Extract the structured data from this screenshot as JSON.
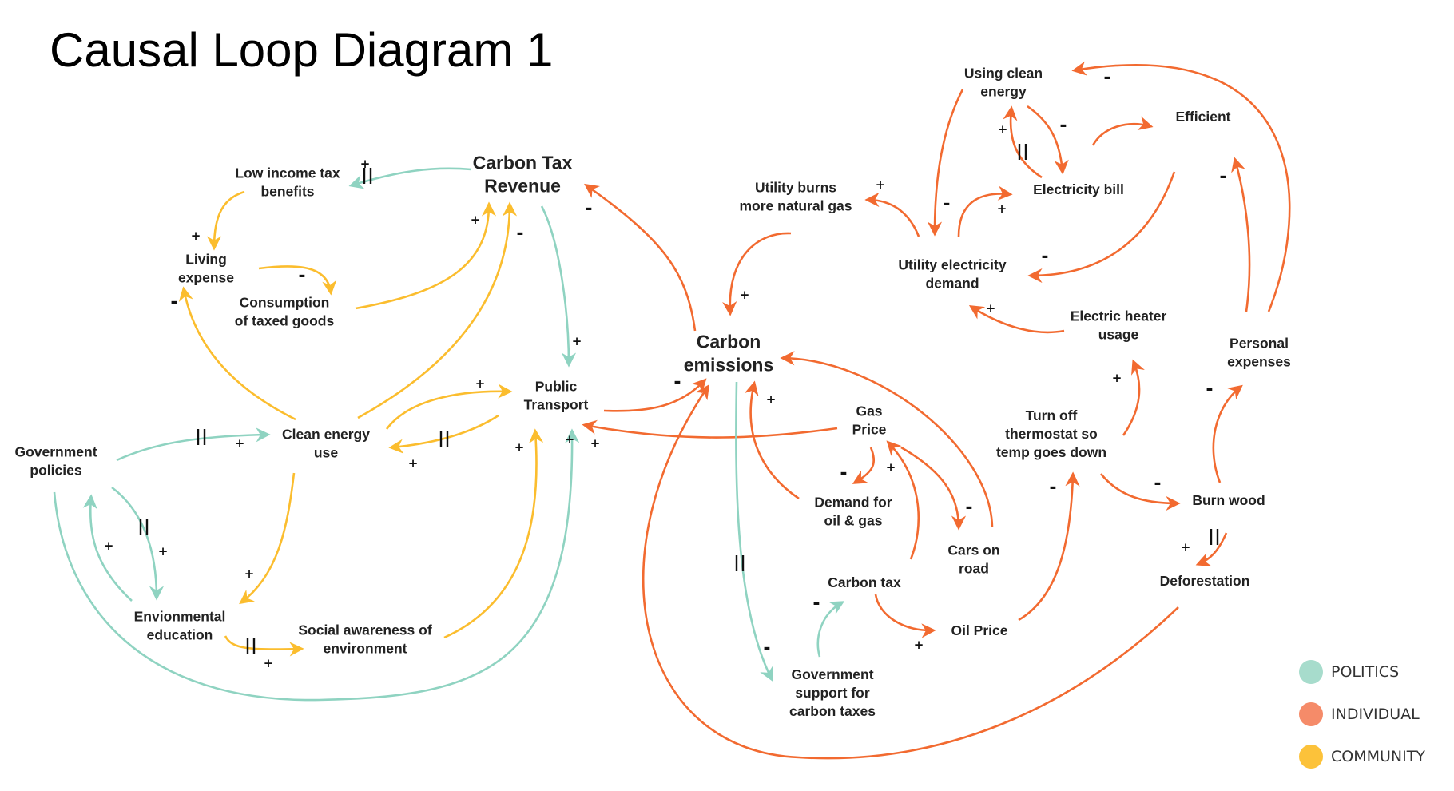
{
  "title": "Causal Loop Diagram 1",
  "colors": {
    "politics": "#8fd3c1",
    "individual": "#f26a30",
    "community": "#fbbd2e"
  },
  "legend": [
    {
      "label": "POLITICS",
      "color": "#a7dccc"
    },
    {
      "label": "INDIVIDUAL",
      "color": "#f58b69"
    },
    {
      "label": "COMMUNITY",
      "color": "#fcc23a"
    }
  ],
  "nodes": {
    "low_income": [
      "Low income tax",
      "benefits"
    ],
    "carbon_tax_revenue": [
      "Carbon Tax",
      "Revenue"
    ],
    "living_expense": [
      "Living",
      "expense"
    ],
    "consumption": [
      "Consumption",
      "of taxed goods"
    ],
    "government_policies": [
      "Government",
      "policies"
    ],
    "clean_energy_use": [
      "Clean energy",
      "use"
    ],
    "public_transport": [
      "Public",
      "Transport"
    ],
    "environmental_education": [
      "Envionmental",
      "education"
    ],
    "social_awareness": [
      "Social awareness of",
      "environment"
    ],
    "carbon_emissions": [
      "Carbon",
      "emissions"
    ],
    "utility_burns": [
      "Utility burns",
      "more natural gas"
    ],
    "using_clean": [
      "Using clean",
      "energy"
    ],
    "efficient": [
      "Efficient"
    ],
    "electricity_bill": [
      "Electricity bill"
    ],
    "utility_demand": [
      "Utility electricity",
      "demand"
    ],
    "electric_heater": [
      "Electric heater",
      "usage"
    ],
    "personal_expenses": [
      "Personal",
      "expenses"
    ],
    "gas_price": [
      "Gas",
      "Price"
    ],
    "demand_oil_gas": [
      "Demand for",
      "oil & gas"
    ],
    "cars_on_road": [
      "Cars on",
      "road"
    ],
    "carbon_tax": [
      "Carbon tax"
    ],
    "oil_price": [
      "Oil Price"
    ],
    "turn_off_thermostat": [
      "Turn off",
      "thermostat so",
      "temp goes down"
    ],
    "burn_wood": [
      "Burn wood"
    ],
    "deforestation": [
      "Deforestation"
    ],
    "government_support": [
      "Government",
      "support for",
      "carbon taxes"
    ]
  },
  "links": [
    {
      "from": "carbon_tax_revenue",
      "to": "low_income",
      "sign": "+",
      "delay": true,
      "category": "politics"
    },
    {
      "from": "low_income",
      "to": "living_expense",
      "sign": "+",
      "delay": false,
      "category": "community"
    },
    {
      "from": "living_expense",
      "to": "consumption",
      "sign": "-",
      "delay": false,
      "category": "community"
    },
    {
      "from": "consumption",
      "to": "carbon_tax_revenue",
      "sign": "+",
      "delay": false,
      "category": "community"
    },
    {
      "from": "clean_energy_use",
      "to": "living_expense",
      "sign": "-",
      "delay": false,
      "category": "community"
    },
    {
      "from": "clean_energy_use",
      "to": "carbon_tax_revenue",
      "sign": "-",
      "delay": false,
      "category": "community"
    },
    {
      "from": "carbon_tax_revenue",
      "to": "public_transport",
      "sign": "+",
      "delay": false,
      "category": "politics"
    },
    {
      "from": "carbon_emissions",
      "to": "carbon_tax_revenue",
      "sign": "-",
      "delay": false,
      "category": "individual"
    },
    {
      "from": "clean_energy_use",
      "to": "public_transport",
      "sign": "+",
      "delay": false,
      "category": "community"
    },
    {
      "from": "public_transport",
      "to": "clean_energy_use",
      "sign": "+",
      "delay": true,
      "category": "community"
    },
    {
      "from": "government_policies",
      "to": "clean_energy_use",
      "sign": "+",
      "delay": true,
      "category": "politics"
    },
    {
      "from": "government_policies",
      "to": "environmental_education",
      "sign": "+",
      "delay": true,
      "category": "politics"
    },
    {
      "from": "environmental_education",
      "to": "government_policies",
      "sign": "+",
      "delay": false,
      "category": "politics"
    },
    {
      "from": "clean_energy_use",
      "to": "environmental_education",
      "sign": "+",
      "delay": false,
      "category": "community"
    },
    {
      "from": "environmental_education",
      "to": "social_awareness",
      "sign": "+",
      "delay": true,
      "category": "community"
    },
    {
      "from": "social_awareness",
      "to": "public_transport",
      "sign": "+",
      "delay": false,
      "category": "community"
    },
    {
      "from": "government_policies",
      "to": "public_transport",
      "sign": "+",
      "delay": false,
      "category": "politics"
    },
    {
      "from": "public_transport",
      "to": "carbon_emissions",
      "sign": "-",
      "delay": false,
      "category": "individual"
    },
    {
      "from": "gas_price",
      "to": "public_transport",
      "sign": "+",
      "delay": false,
      "category": "individual"
    },
    {
      "from": "carbon_emissions",
      "to": "government_support",
      "sign": "-",
      "delay": true,
      "category": "politics"
    },
    {
      "from": "government_support",
      "to": "carbon_tax",
      "sign": "-",
      "delay": false,
      "category": "politics"
    },
    {
      "from": "demand_oil_gas",
      "to": "carbon_emissions",
      "sign": "+",
      "delay": false,
      "category": "individual"
    },
    {
      "from": "gas_price",
      "to": "demand_oil_gas",
      "sign": "-",
      "delay": false,
      "category": "individual"
    },
    {
      "from": "carbon_tax",
      "to": "gas_price",
      "sign": "+",
      "delay": false,
      "category": "individual"
    },
    {
      "from": "gas_price",
      "to": "cars_on_road",
      "sign": "-",
      "delay": false,
      "category": "individual"
    },
    {
      "from": "cars_on_road",
      "to": "carbon_emissions",
      "sign": "+",
      "delay": false,
      "category": "individual"
    },
    {
      "from": "carbon_tax",
      "to": "oil_price",
      "sign": "+",
      "delay": false,
      "category": "individual"
    },
    {
      "from": "oil_price",
      "to": "turn_off_thermostat",
      "sign": "-",
      "delay": false,
      "category": "individual"
    },
    {
      "from": "turn_off_thermostat",
      "to": "electric_heater",
      "sign": "+",
      "delay": false,
      "category": "individual"
    },
    {
      "from": "turn_off_thermostat",
      "to": "burn_wood",
      "sign": "-",
      "delay": false,
      "category": "individual"
    },
    {
      "from": "burn_wood",
      "to": "deforestation",
      "sign": "+",
      "delay": true,
      "category": "individual"
    },
    {
      "from": "deforestation",
      "to": "carbon_emissions",
      "sign": "+",
      "delay": false,
      "category": "individual"
    },
    {
      "from": "burn_wood",
      "to": "personal_expenses",
      "sign": "-",
      "delay": false,
      "category": "individual"
    },
    {
      "from": "personal_expenses",
      "to": "efficient",
      "sign": "-",
      "delay": false,
      "category": "individual"
    },
    {
      "from": "personal_expenses",
      "to": "using_clean",
      "sign": "-",
      "delay": false,
      "category": "individual"
    },
    {
      "from": "electric_heater",
      "to": "utility_demand",
      "sign": "+",
      "delay": false,
      "category": "individual"
    },
    {
      "from": "efficient",
      "to": "utility_demand",
      "sign": "-",
      "delay": false,
      "category": "individual"
    },
    {
      "from": "electricity_bill",
      "to": "efficient",
      "sign": "",
      "delay": false,
      "category": "individual"
    },
    {
      "from": "utility_demand",
      "to": "electricity_bill",
      "sign": "+",
      "delay": false,
      "category": "individual"
    },
    {
      "from": "using_clean",
      "to": "electricity_bill",
      "sign": "-",
      "delay": false,
      "category": "individual"
    },
    {
      "from": "electricity_bill",
      "to": "using_clean",
      "sign": "+",
      "delay": true,
      "category": "individual"
    },
    {
      "from": "using_clean",
      "to": "utility_demand",
      "sign": "-",
      "delay": false,
      "category": "individual"
    },
    {
      "from": "utility_demand",
      "to": "utility_burns",
      "sign": "+",
      "delay": false,
      "category": "individual"
    },
    {
      "from": "utility_burns",
      "to": "carbon_emissions",
      "sign": "+",
      "delay": false,
      "category": "individual"
    }
  ]
}
